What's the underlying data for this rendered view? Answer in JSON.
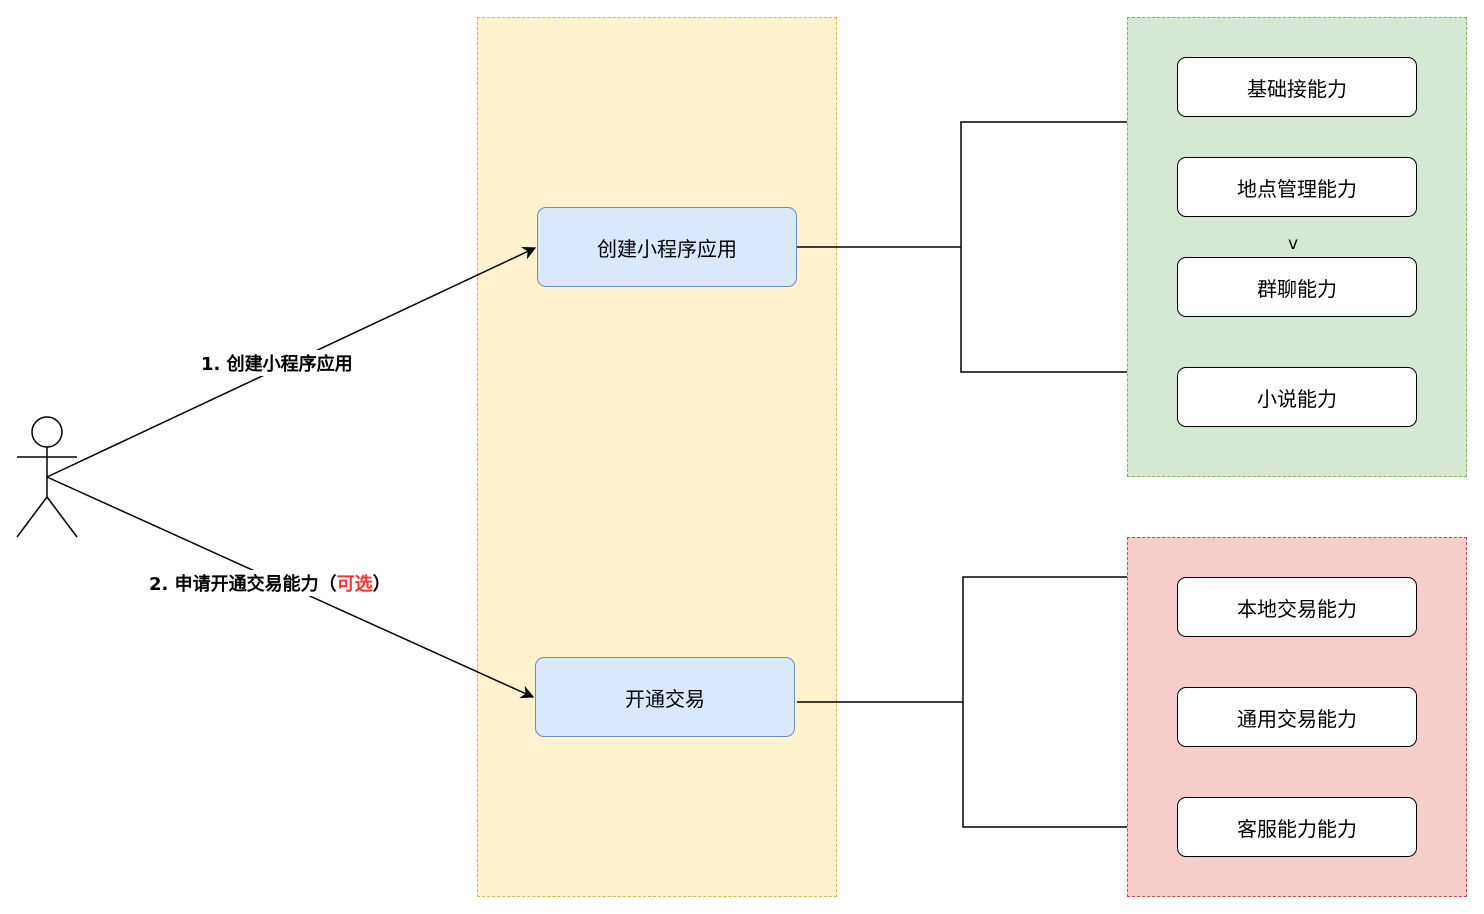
{
  "diagram": {
    "actor": {
      "name": ""
    },
    "processes": [
      {
        "label": "创建小程序应用"
      },
      {
        "label": "开通交易"
      }
    ],
    "edges": [
      {
        "label": "1. 创建小程序应用"
      },
      {
        "label_prefix": "2. 申请开通交易能力（",
        "label_optional": "可选",
        "label_suffix": "）"
      }
    ],
    "capability_groups": [
      {
        "items": [
          "基础接能力",
          "地点管理能力",
          "群聊能力",
          "小说能力"
        ],
        "stray_text": "v"
      },
      {
        "items": [
          "本地交易能力",
          "通用交易能力",
          "客服能力能力"
        ]
      }
    ]
  },
  "colors": {
    "swimlane_fill": "#fff2cc",
    "swimlane_border": "#d6b656",
    "process_fill": "#dae8fc",
    "process_border": "#6c8ebf",
    "group1_fill": "#d5e8d4",
    "group1_border": "#82b366",
    "group2_fill": "#f8cecc",
    "group2_border": "#b85450",
    "optional_text": "#ff3333"
  }
}
